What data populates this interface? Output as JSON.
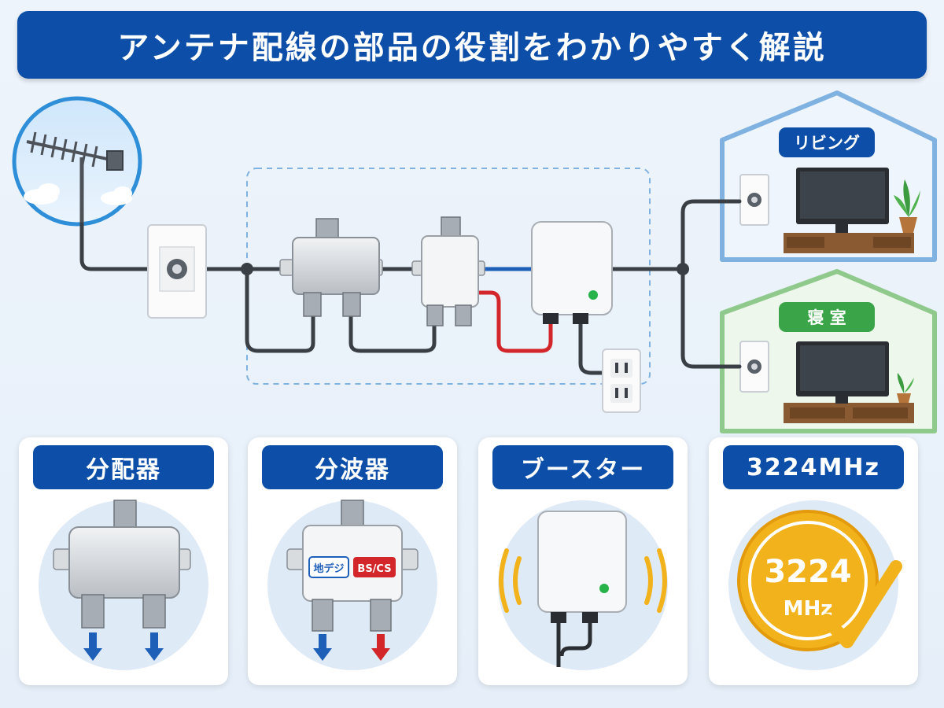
{
  "title": "アンテナ配線の部品の役割をわかりやすく解説",
  "rooms": {
    "living": "リビング",
    "bedroom": "寝 室"
  },
  "cards": {
    "distributor": {
      "label": "分配器"
    },
    "demux": {
      "label": "分波器",
      "tag_terrestrial": "地デジ",
      "tag_bscs": "BS/CS"
    },
    "booster": {
      "label": "ブースター"
    },
    "frequency": {
      "label": "3224MHz",
      "badge_number": "3224",
      "badge_unit": "MHz"
    }
  },
  "colors": {
    "brand_blue": "#0d4fa8",
    "house_blue": "#7fb2e0",
    "house_green": "#8fc98c",
    "cable_dark": "#3a3f45",
    "cable_blue": "#1e5fb8",
    "cable_red": "#d2262a",
    "badge_gold": "#f2b21b"
  }
}
